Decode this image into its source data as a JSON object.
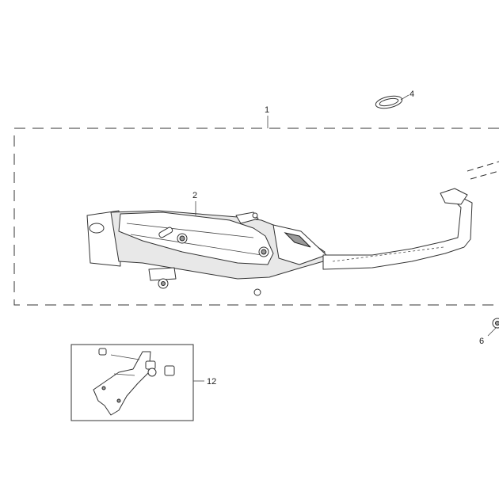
{
  "callouts": {
    "c1": "1",
    "c2": "2",
    "c4": "4",
    "c6": "6",
    "c12": "12"
  },
  "colors": {
    "line": "#333333",
    "background": "#ffffff"
  }
}
